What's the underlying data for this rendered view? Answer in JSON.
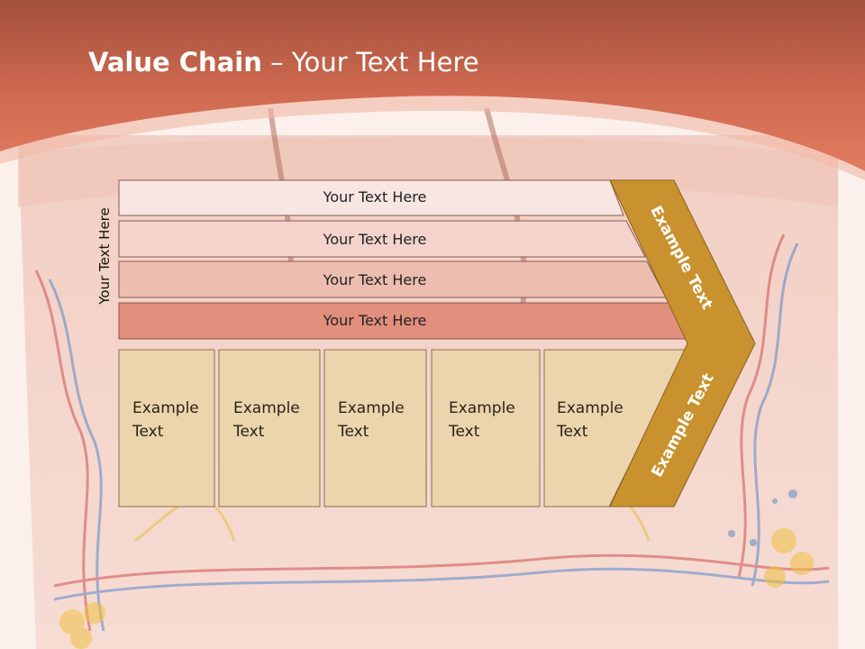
{
  "slide": {
    "title_bold": "Value Chain",
    "title_rest": " – Your Text Here",
    "vertical_label": "Your Text Here"
  },
  "bars": [
    {
      "label": "Your Text Here",
      "color": "#f7e6e2"
    },
    {
      "label": "Your Text Here",
      "color": "#f3d3cb"
    },
    {
      "label": "Your Text Here",
      "color": "#edbdb0"
    },
    {
      "label": "Your Text Here",
      "color": "#e28f7d"
    }
  ],
  "boxes": [
    {
      "line1": "Example",
      "line2": "Text"
    },
    {
      "line1": "Example",
      "line2": "Text"
    },
    {
      "line1": "Example",
      "line2": "Text"
    },
    {
      "line1": "Example",
      "line2": "Text"
    },
    {
      "line1": "Example",
      "line2": "Text"
    }
  ],
  "chevron": {
    "upper_label": "Example Text",
    "lower_label": "Example Text",
    "color": "#c9922e"
  },
  "colors": {
    "header": "#d66f55",
    "box_fill": "#ecd5ac"
  }
}
